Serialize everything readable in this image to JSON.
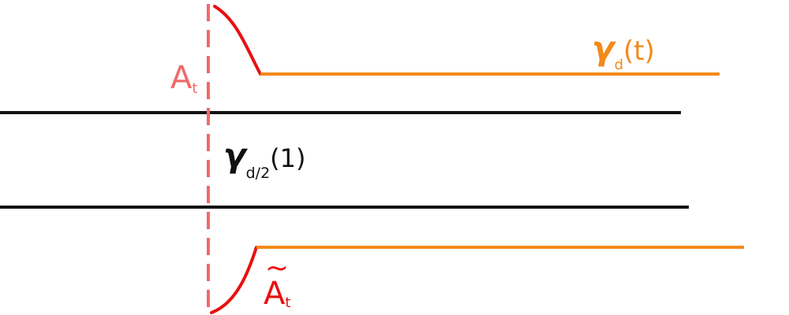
{
  "colors": {
    "background": "#ffffff",
    "black_line": "#111111",
    "orange_curve": "#f28a1a",
    "red_curve": "#e81010",
    "dashed_line": "#f26a6a"
  },
  "labels": {
    "gamma_d": {
      "symbol": "γ",
      "subscript": "d",
      "argument": "(t)"
    },
    "gamma_d_half": {
      "symbol": "γ",
      "subscript": "d/2",
      "argument": "(1)"
    },
    "a_t": {
      "main": "A",
      "subscript": "t"
    },
    "a_t_tilde": {
      "main": "A",
      "subscript": "t",
      "accent": "~"
    }
  }
}
